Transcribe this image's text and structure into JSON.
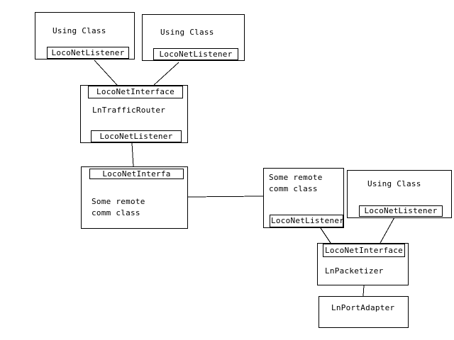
{
  "colors": {
    "background": "#ffffff",
    "line": "#000000",
    "text": "#000000"
  },
  "boxes": {
    "using_class_top_left": {
      "title": "Using Class",
      "listener": "LocoNetListener"
    },
    "using_class_top_mid": {
      "title": "Using Class",
      "listener": "LocoNetListener"
    },
    "ln_traffic_router": {
      "interface": "LocoNetInterface",
      "title": "LnTrafficRouter",
      "listener": "LocoNetListener"
    },
    "remote_comm_left": {
      "interface": "LocoNetInterfa",
      "title_line1": "Some remote",
      "title_line2": "comm class"
    },
    "remote_comm_right": {
      "title_line1": "Some remote",
      "title_line2": "comm class",
      "listener": "LocoNetListener"
    },
    "using_class_right": {
      "title": "Using Class",
      "listener": "LocoNetListener"
    },
    "ln_packetizer": {
      "interface": "LocoNetInterface",
      "title": "LnPacketizer"
    },
    "ln_port_adapter": {
      "title": "LnPortAdapter"
    }
  },
  "connections": [
    {
      "from": "using_class_top_left.listener",
      "to": "ln_traffic_router.interface"
    },
    {
      "from": "using_class_top_mid.listener",
      "to": "ln_traffic_router.interface"
    },
    {
      "from": "ln_traffic_router.listener",
      "to": "remote_comm_left.interface"
    },
    {
      "from": "remote_comm_left",
      "to": "remote_comm_right"
    },
    {
      "from": "remote_comm_right.listener",
      "to": "ln_packetizer.interface"
    },
    {
      "from": "using_class_right.listener",
      "to": "ln_packetizer.interface"
    },
    {
      "from": "ln_packetizer",
      "to": "ln_port_adapter"
    }
  ]
}
